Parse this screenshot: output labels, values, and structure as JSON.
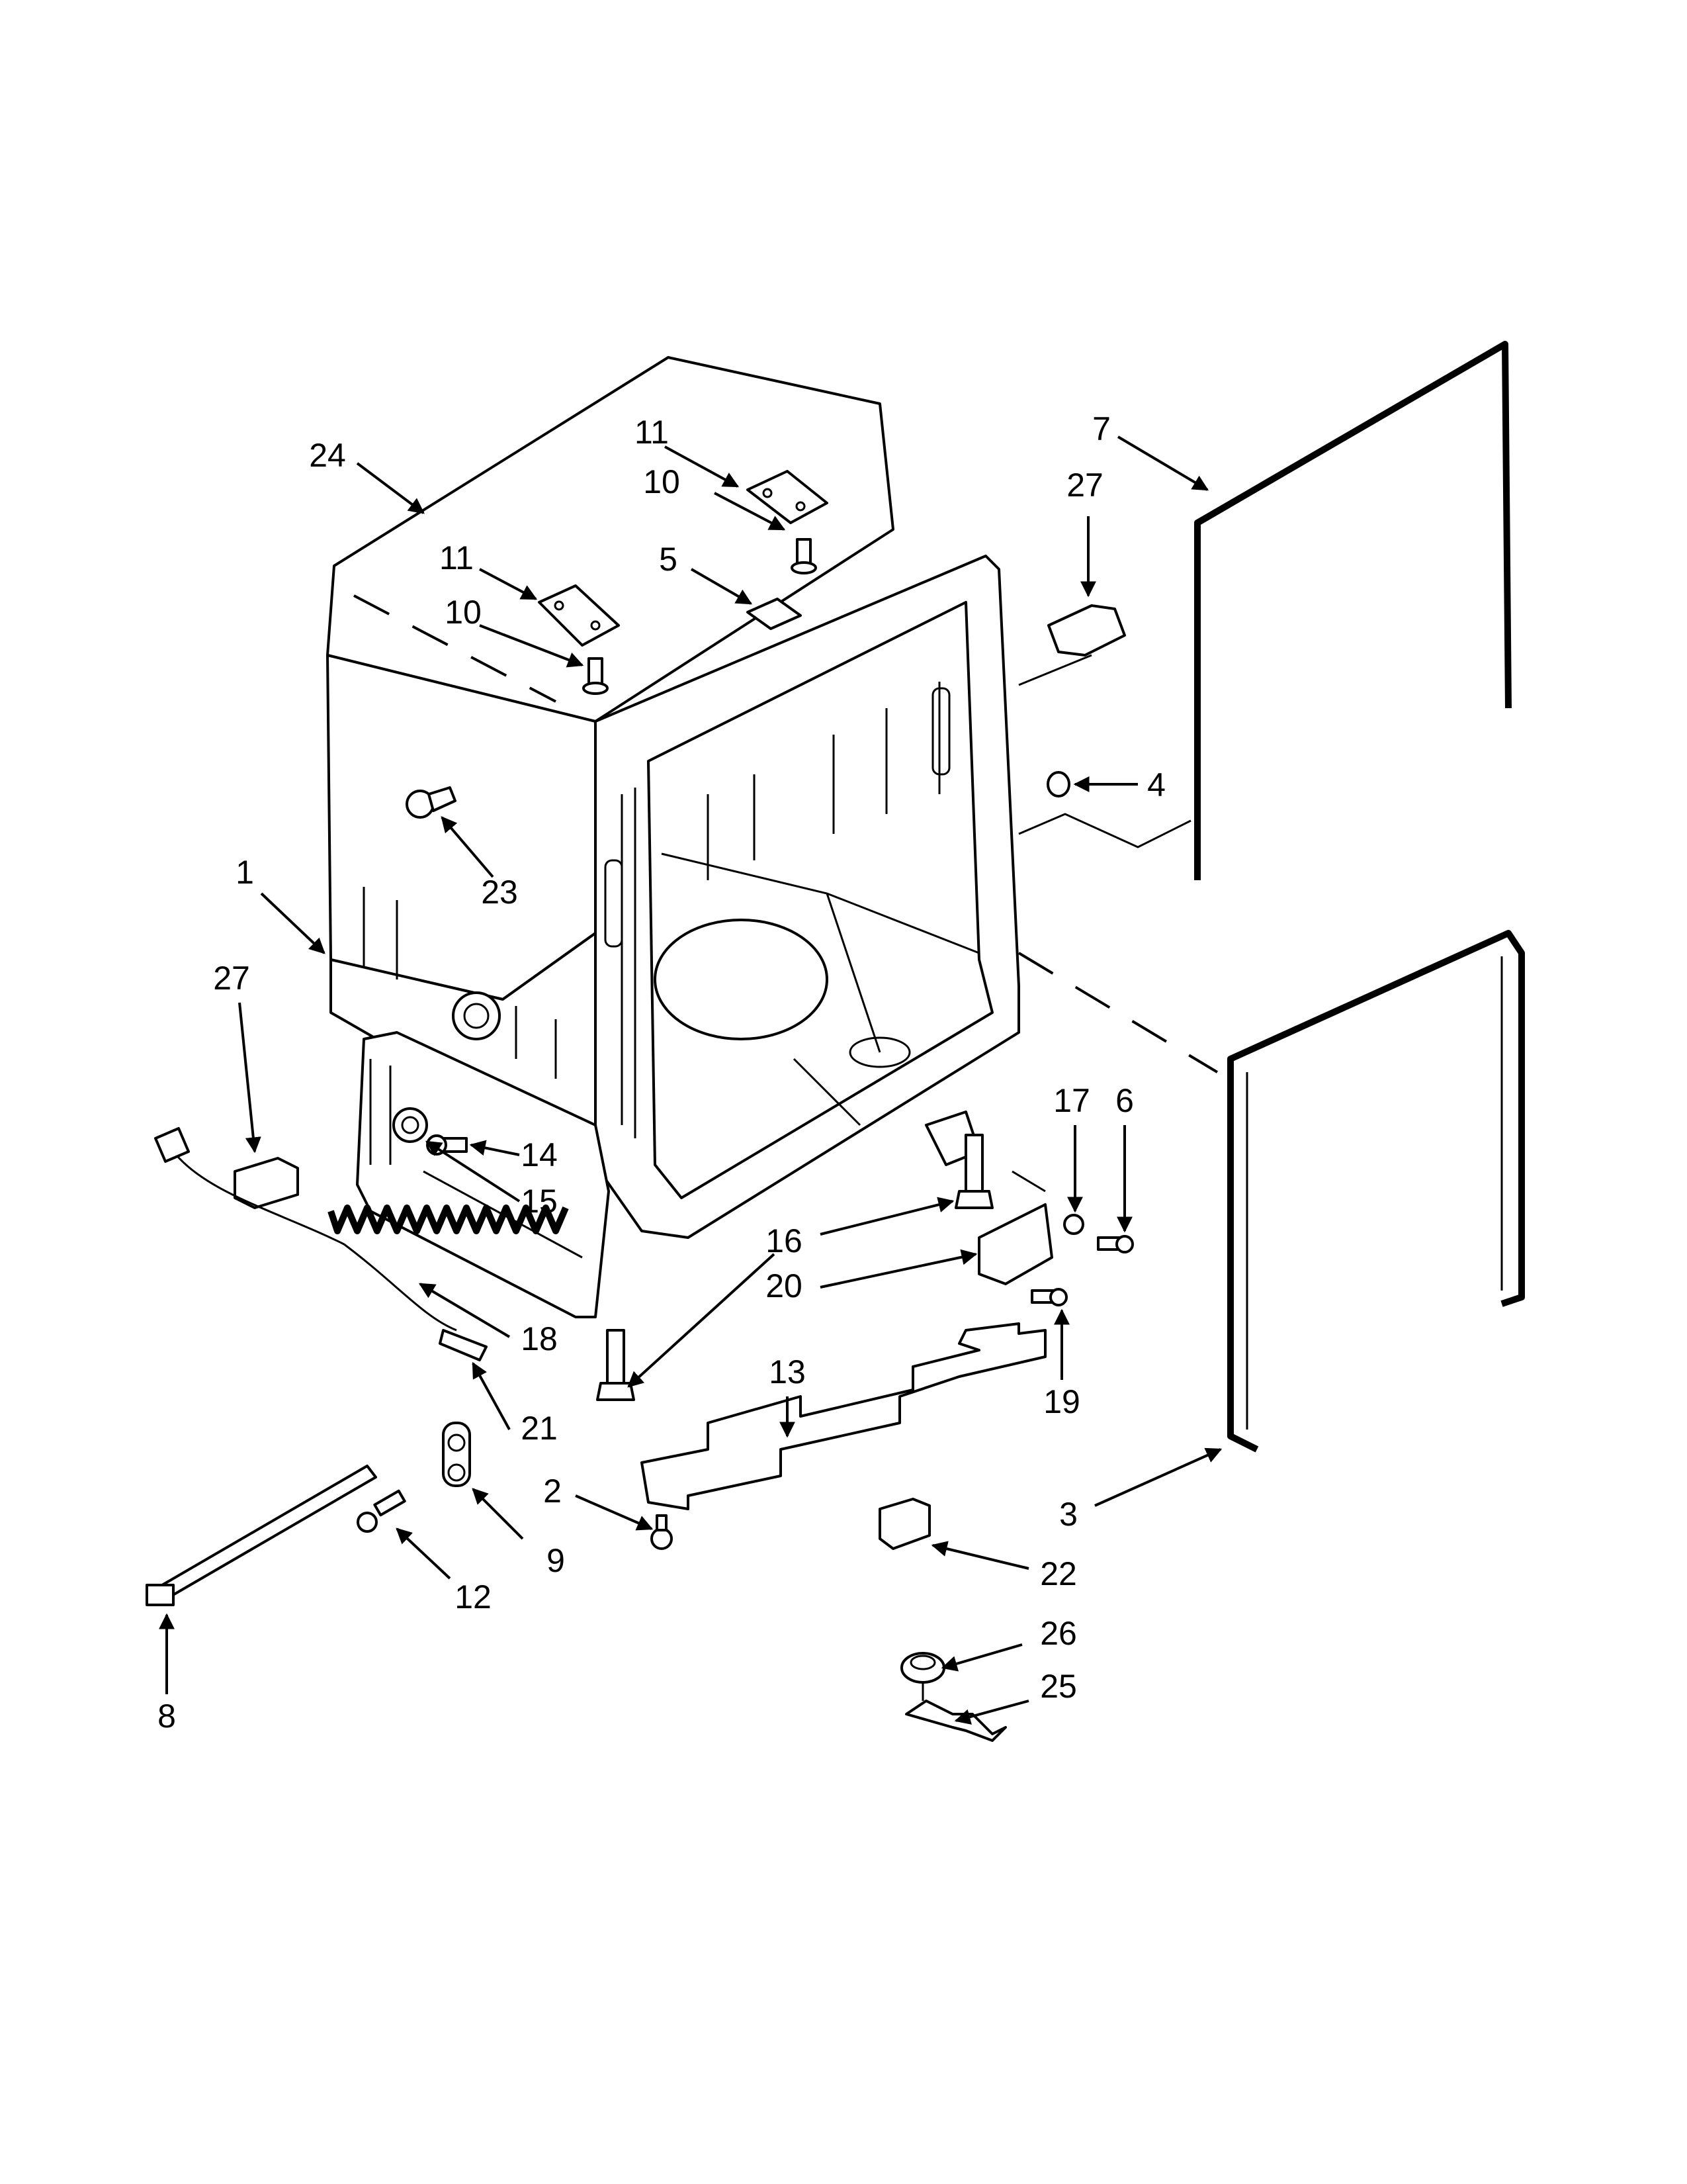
{
  "callouts": [
    {
      "id": "c1",
      "text": "1"
    },
    {
      "id": "c2",
      "text": "2"
    },
    {
      "id": "c3",
      "text": "3"
    },
    {
      "id": "c4",
      "text": "4"
    },
    {
      "id": "c5",
      "text": "5"
    },
    {
      "id": "c6",
      "text": "6"
    },
    {
      "id": "c7",
      "text": "7"
    },
    {
      "id": "c8",
      "text": "8"
    },
    {
      "id": "c9",
      "text": "9"
    },
    {
      "id": "c10a",
      "text": "10"
    },
    {
      "id": "c10b",
      "text": "10"
    },
    {
      "id": "c11a",
      "text": "11"
    },
    {
      "id": "c11b",
      "text": "11"
    },
    {
      "id": "c12",
      "text": "12"
    },
    {
      "id": "c13",
      "text": "13"
    },
    {
      "id": "c14",
      "text": "14"
    },
    {
      "id": "c15",
      "text": "15"
    },
    {
      "id": "c16",
      "text": "16"
    },
    {
      "id": "c17",
      "text": "17"
    },
    {
      "id": "c18",
      "text": "18"
    },
    {
      "id": "c19",
      "text": "19"
    },
    {
      "id": "c20",
      "text": "20"
    },
    {
      "id": "c21",
      "text": "21"
    },
    {
      "id": "c22",
      "text": "22"
    },
    {
      "id": "c23",
      "text": "23"
    },
    {
      "id": "c24",
      "text": "24"
    },
    {
      "id": "c25",
      "text": "25"
    },
    {
      "id": "c26",
      "text": "26"
    },
    {
      "id": "c27a",
      "text": "27"
    },
    {
      "id": "c27b",
      "text": "27"
    }
  ],
  "colors": {
    "ink": "#000000",
    "paper": "#ffffff"
  }
}
